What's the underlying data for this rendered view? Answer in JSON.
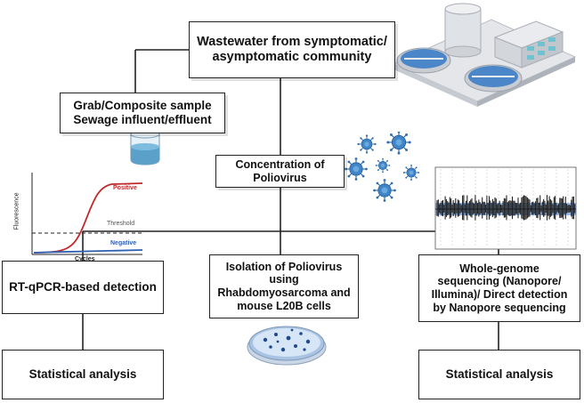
{
  "boxes": {
    "wastewater": [
      "Wastewater from symptomatic/",
      "asymptomatic community"
    ],
    "grab": [
      "Grab/Composite sample",
      "Sewage influent/effluent"
    ],
    "concentration": [
      "Concentration of",
      "Poliovirus"
    ],
    "rtqpcr": [
      "RT-qPCR-based detection"
    ],
    "isolation": [
      "Isolation of Poliovirus",
      "using",
      "Rhabdomyosarcoma and",
      "mouse L20B cells"
    ],
    "wgs": [
      "Whole-genome",
      "sequencing (Nanopore/",
      "Illumina)/ Direct detection",
      "by Nanopore sequencing"
    ],
    "stat_left": [
      "Statistical analysis"
    ],
    "stat_right": [
      "Statistical analysis"
    ]
  },
  "pcr_plot": {
    "positive_label": "Positive",
    "threshold_label": "Threshold",
    "negative_label": "Negative",
    "y_axis_label": "Fluorescence",
    "x_axis_label": "Cycles",
    "positive_color": "#c0292b",
    "negative_color": "#2f5fb3"
  },
  "colors": {
    "virus": "#2f6fb0",
    "sequencing_band": "#3b7bd1",
    "tank_water": "#4a86c8",
    "petri_dots": "#1f4a8c"
  }
}
